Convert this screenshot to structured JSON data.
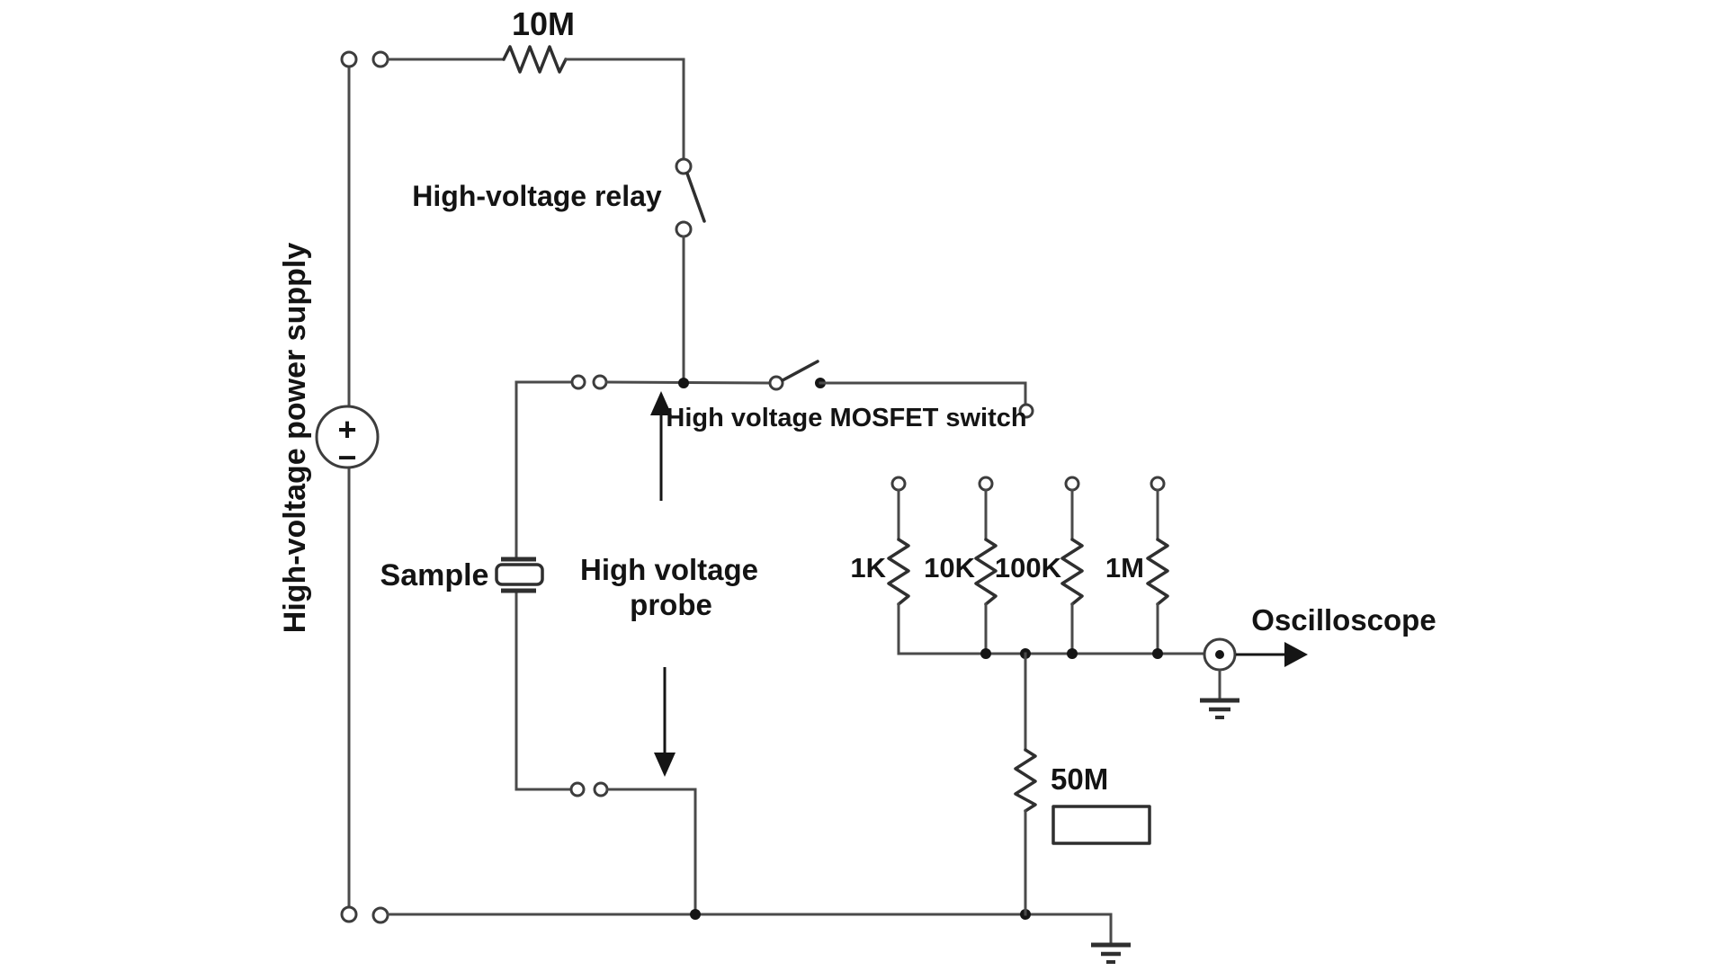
{
  "diagram": {
    "type": "circuit-schematic",
    "power_supply": {
      "label": "High-voltage power supply",
      "plus": "+",
      "minus": "−"
    },
    "series_resistor": {
      "value": "10M"
    },
    "relay": {
      "label": "High-voltage relay"
    },
    "mosfet": {
      "label": "High voltage MOSFET switch"
    },
    "sample": {
      "label": "Sample"
    },
    "probe": {
      "line1": "High voltage",
      "line2": "probe"
    },
    "shunt_resistors": [
      {
        "value": "1K"
      },
      {
        "value": "10K"
      },
      {
        "value": "100K"
      },
      {
        "value": "1M"
      }
    ],
    "feedback_resistor": {
      "value": "50M"
    },
    "oscilloscope": {
      "label": "Oscilloscope"
    }
  },
  "colors": {
    "background": "#ffffff",
    "wire": "#4a4a4a",
    "component": "#2f2f2f",
    "text": "#141414"
  }
}
